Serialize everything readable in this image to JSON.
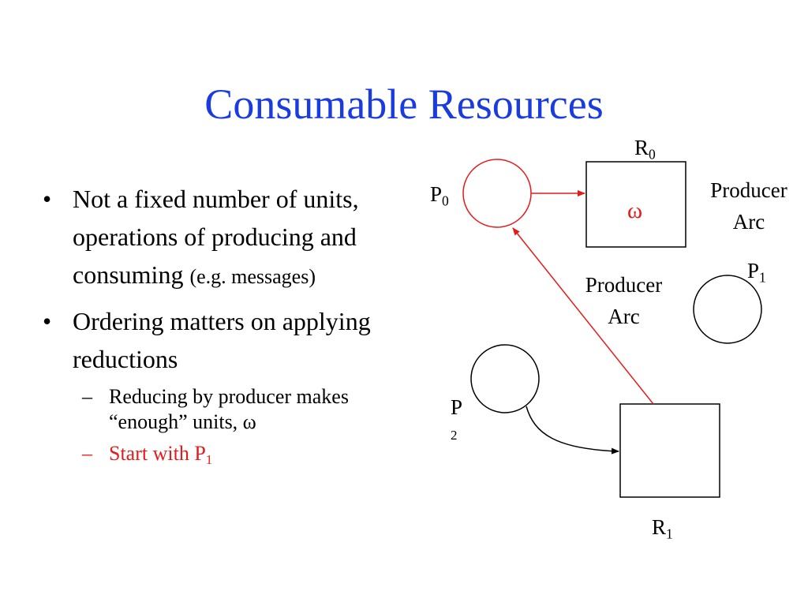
{
  "title": "Consumable Resources",
  "bullets": [
    {
      "text": "Not a fixed number of units, operations of producing and consuming",
      "small": "(e.g. messages)"
    },
    {
      "text": "Ordering matters on applying reductions"
    }
  ],
  "subbullets": [
    {
      "dash": "–",
      "text": "Reducing by producer makes “enough” units, ω"
    },
    {
      "dash": "–",
      "text": "Start with P",
      "sub": "1"
    }
  ],
  "diagram": {
    "r0_label": "R",
    "r0_sub": "0",
    "r1_label": "R",
    "r1_sub": "1",
    "p0_label": "P",
    "p0_sub": "0",
    "p1_label": "P",
    "p1_sub": "1",
    "p2_label": "P",
    "p2_sub": "2",
    "omega": "ω",
    "producer_arc_right": {
      "line1": "Producer",
      "line2": "Arc"
    },
    "producer_arc_middle": {
      "line1": "Producer",
      "line2": "Arc"
    }
  },
  "colors": {
    "title": "#1a3be0",
    "highlight": "#e51b1b",
    "ink": "#000000"
  }
}
